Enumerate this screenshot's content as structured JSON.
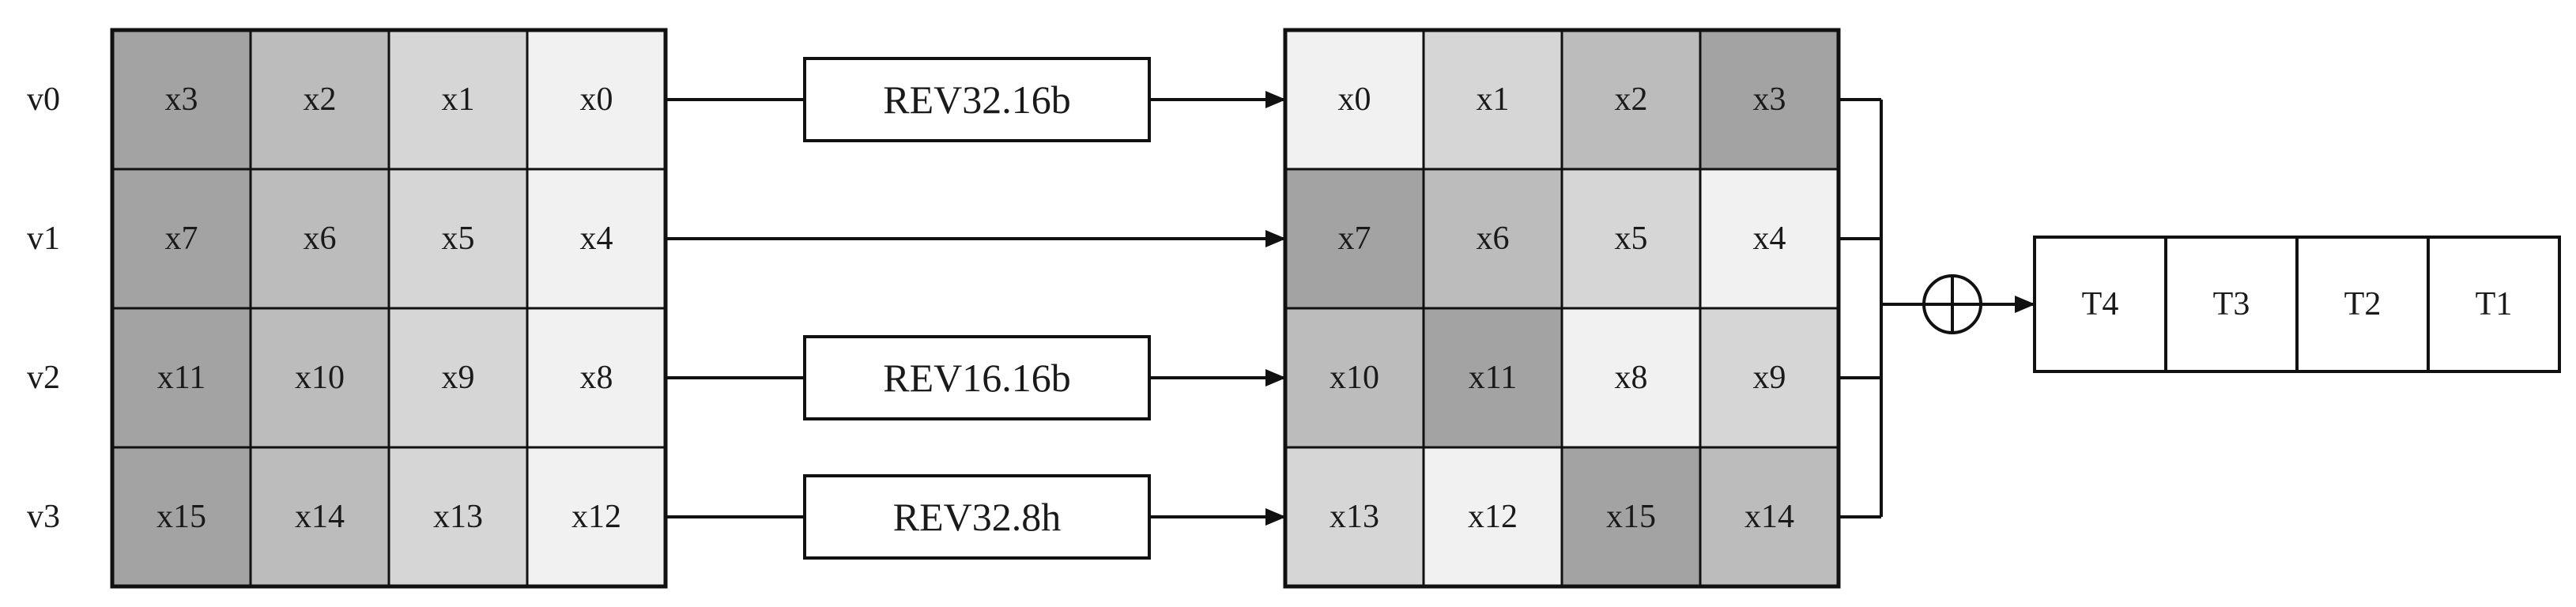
{
  "colors": {
    "shade_1": "#f1f1f1",
    "shade_2": "#d6d6d6",
    "shade_3": "#bcbcbc",
    "shade_4": "#a3a3a3",
    "line": "#111111"
  },
  "row_labels": [
    "v0",
    "v1",
    "v2",
    "v3"
  ],
  "left_matrix": [
    [
      {
        "text": "x3",
        "shade": 4
      },
      {
        "text": "x2",
        "shade": 3
      },
      {
        "text": "x1",
        "shade": 2
      },
      {
        "text": "x0",
        "shade": 1
      }
    ],
    [
      {
        "text": "x7",
        "shade": 4
      },
      {
        "text": "x6",
        "shade": 3
      },
      {
        "text": "x5",
        "shade": 2
      },
      {
        "text": "x4",
        "shade": 1
      }
    ],
    [
      {
        "text": "x11",
        "shade": 4
      },
      {
        "text": "x10",
        "shade": 3
      },
      {
        "text": "x9",
        "shade": 2
      },
      {
        "text": "x8",
        "shade": 1
      }
    ],
    [
      {
        "text": "x15",
        "shade": 4
      },
      {
        "text": "x14",
        "shade": 3
      },
      {
        "text": "x13",
        "shade": 2
      },
      {
        "text": "x12",
        "shade": 1
      }
    ]
  ],
  "operations": [
    "REV32.16b",
    "",
    "REV16.16b",
    "REV32.8h"
  ],
  "right_matrix": [
    [
      {
        "text": "x0",
        "shade": 1
      },
      {
        "text": "x1",
        "shade": 2
      },
      {
        "text": "x2",
        "shade": 3
      },
      {
        "text": "x3",
        "shade": 4
      }
    ],
    [
      {
        "text": "x7",
        "shade": 4
      },
      {
        "text": "x6",
        "shade": 3
      },
      {
        "text": "x5",
        "shade": 2
      },
      {
        "text": "x4",
        "shade": 1
      }
    ],
    [
      {
        "text": "x10",
        "shade": 3
      },
      {
        "text": "x11",
        "shade": 4
      },
      {
        "text": "x8",
        "shade": 1
      },
      {
        "text": "x9",
        "shade": 2
      }
    ],
    [
      {
        "text": "x13",
        "shade": 2
      },
      {
        "text": "x12",
        "shade": 1
      },
      {
        "text": "x15",
        "shade": 4
      },
      {
        "text": "x14",
        "shade": 3
      }
    ]
  ],
  "xor_symbol": "xor-circle-plus",
  "output_cells": [
    "T4",
    "T3",
    "T2",
    "T1"
  ]
}
